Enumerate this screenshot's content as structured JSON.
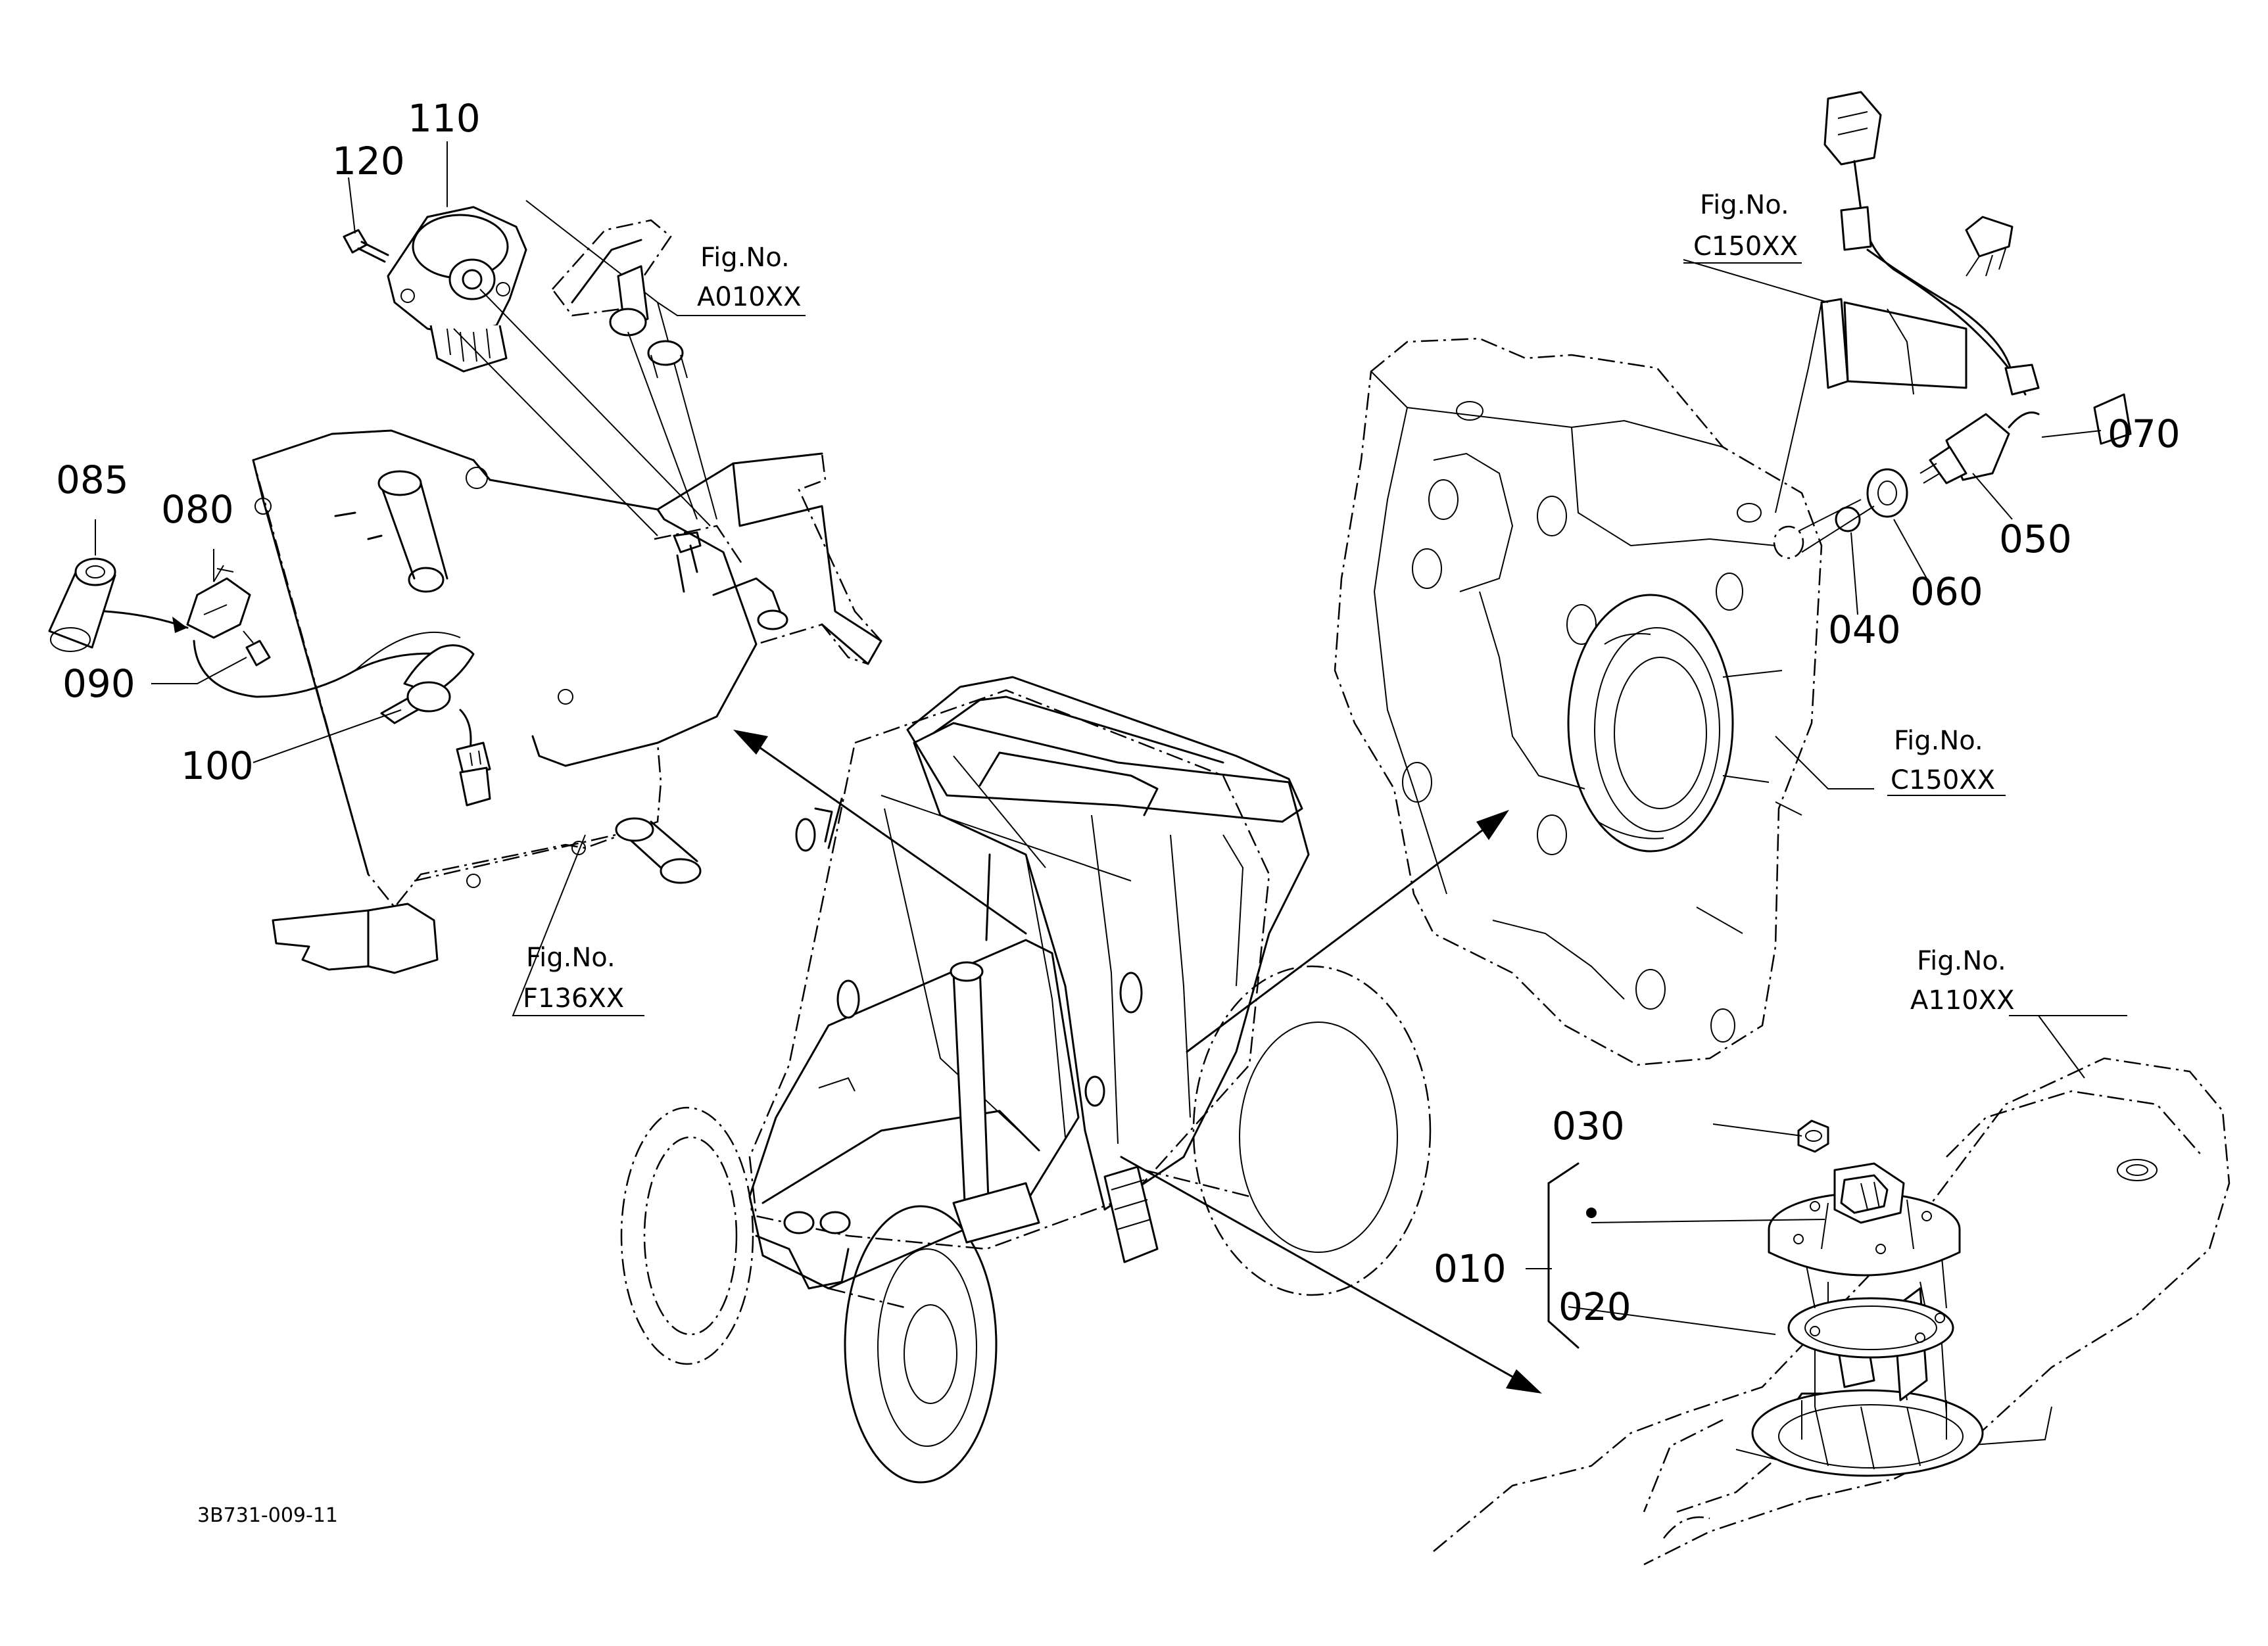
{
  "parts": [
    {
      "id": "part-010",
      "label": "010"
    },
    {
      "id": "part-020",
      "label": "020"
    },
    {
      "id": "part-030",
      "label": "030"
    },
    {
      "id": "part-040",
      "label": "040"
    },
    {
      "id": "part-050",
      "label": "050"
    },
    {
      "id": "part-060",
      "label": "060"
    },
    {
      "id": "part-070",
      "label": "070"
    },
    {
      "id": "part-080",
      "label": "080"
    },
    {
      "id": "part-085",
      "label": "085"
    },
    {
      "id": "part-090",
      "label": "090"
    },
    {
      "id": "part-100",
      "label": "100"
    },
    {
      "id": "part-110",
      "label": "110"
    },
    {
      "id": "part-120",
      "label": "120"
    }
  ],
  "figure_refs": [
    {
      "caption": "Fig.No.",
      "code": "A010XX"
    },
    {
      "caption": "Fig.No.",
      "code": "C150XX"
    },
    {
      "caption": "Fig.No.",
      "code": "C150XX"
    },
    {
      "caption": "Fig.No.",
      "code": "F136XX"
    },
    {
      "caption": "Fig.No.",
      "code": "A110XX"
    }
  ],
  "drawing_code": "3B731-009-11"
}
